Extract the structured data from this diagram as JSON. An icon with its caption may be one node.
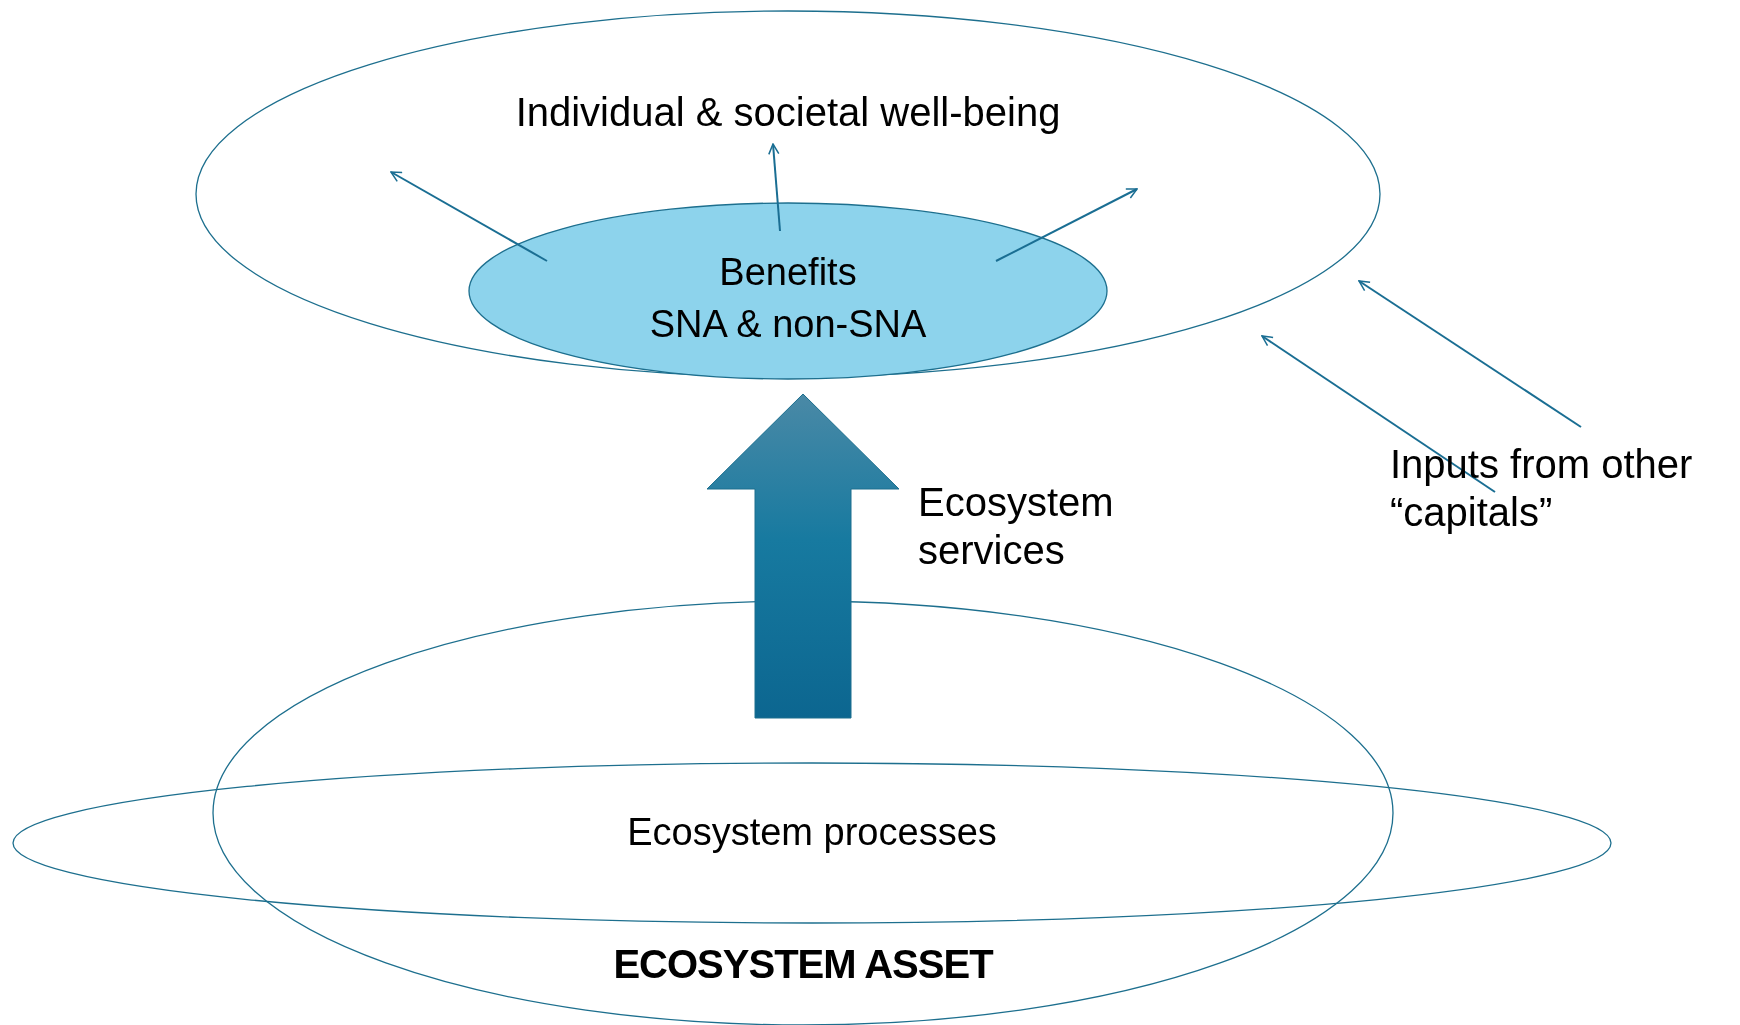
{
  "diagram": {
    "nodes": [
      {
        "text": [
          "Individual & societal well-being"
        ]
      },
      {
        "text": [
          "Benefits",
          "SNA & non-SNA"
        ],
        "in": 0
      },
      {
        "text": [
          "Inputs from other “capitals”"
        ]
      },
      {
        "text": [
          "ECOSYSTEM ASSET"
        ]
      },
      {
        "text": [
          "Ecosystem processes"
        ]
      }
    ],
    "edges": [
      {
        "from": 1,
        "to": null,
        "arrow": "to"
      },
      {
        "from": 1,
        "to": null,
        "arrow": "to"
      },
      {
        "from": 1,
        "to": null,
        "arrow": "to"
      },
      {
        "from": 2,
        "to": 0,
        "arrow": "to"
      },
      {
        "from": 2,
        "to": 0,
        "arrow": "to"
      },
      {
        "from": 3,
        "to": 1,
        "arrow": "to",
        "label": "Ecosystem services",
        "style": "thick"
      }
    ]
  }
}
